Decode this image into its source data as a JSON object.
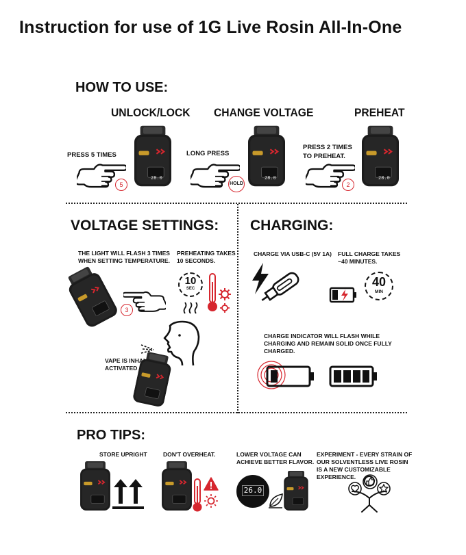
{
  "title": "Instruction for use of 1G Live Rosin All-In-One",
  "how_to_use": {
    "heading": "HOW TO USE:",
    "unlock": {
      "title": "UNLOCK/LOCK",
      "caption": "PRESS 5 TIMES",
      "badge": "5"
    },
    "voltage": {
      "title": "CHANGE VOLTAGE",
      "caption": "LONG PRESS",
      "badge": "HOLD"
    },
    "preheat": {
      "title": "PREHEAT",
      "caption_line1": "PRESS 2 TIMES",
      "caption_line2": "TO PREHEAT.",
      "badge": "2"
    }
  },
  "voltage_settings": {
    "heading": "VOLTAGE SETTINGS:",
    "flash_line1": "THE LIGHT WILL FLASH 3 TIMES",
    "flash_line2": "WHEN SETTING TEMPERATURE.",
    "flash_badge": "3",
    "preheat_line1": "PREHEATING TAKES",
    "preheat_line2": "10 SECONDS.",
    "timer_value": "10",
    "timer_unit": "SEC",
    "inhale_line1": "VAPE IS INHALE",
    "inhale_line2": "ACTIVATED"
  },
  "charging": {
    "heading": "CHARGING:",
    "usb_caption": "CHARGE VIA USB-C (5V 1A)",
    "full_line1": "FULL CHARGE TAKES",
    "full_line2": "~40 MINUTES.",
    "timer_value": "40",
    "timer_unit": "MIN",
    "indicator_line1": "CHARGE INDICATOR WILL FLASH WHILE",
    "indicator_line2": "CHARGING AND REMAIN SOLID ONCE FULLY",
    "indicator_line3": "CHARGED."
  },
  "pro_tips": {
    "heading": "PRO TIPS:",
    "upright": "STORE UPRIGHT",
    "overheat": "DON'T OVERHEAT.",
    "lower_line1": "LOWER VOLTAGE CAN",
    "lower_line2": "ACHIEVE BETTER FLAVOR.",
    "exp_line1": "EXPERIMENT - EVERY STRAIN OF",
    "exp_line2": "OUR SOLVENTLESS LIVE ROSIN",
    "exp_line3": "IS A NEW CUSTOMIZABLE",
    "exp_line4": "EXPERIENCE."
  },
  "device_screen": "28.0",
  "device_screen_large": "26.0",
  "icons": [
    "device-icon",
    "pointing-hand-icon",
    "lightning-icon",
    "usb-c-plug-icon",
    "battery-charging-icon",
    "battery-low-icon",
    "battery-full-icon",
    "face-inhale-icon",
    "thermometer-icon",
    "gear-icon",
    "heat-waves-icon",
    "timer-icon",
    "up-arrow-icon",
    "warning-icon",
    "leaf-icon",
    "person-icon",
    "like-icon",
    "heart-icon",
    "star-icon"
  ],
  "colors": {
    "accent_red": "#d6262e",
    "gold": "#c89a2a",
    "ink": "#111111",
    "device_body": "#1c1c1c"
  }
}
